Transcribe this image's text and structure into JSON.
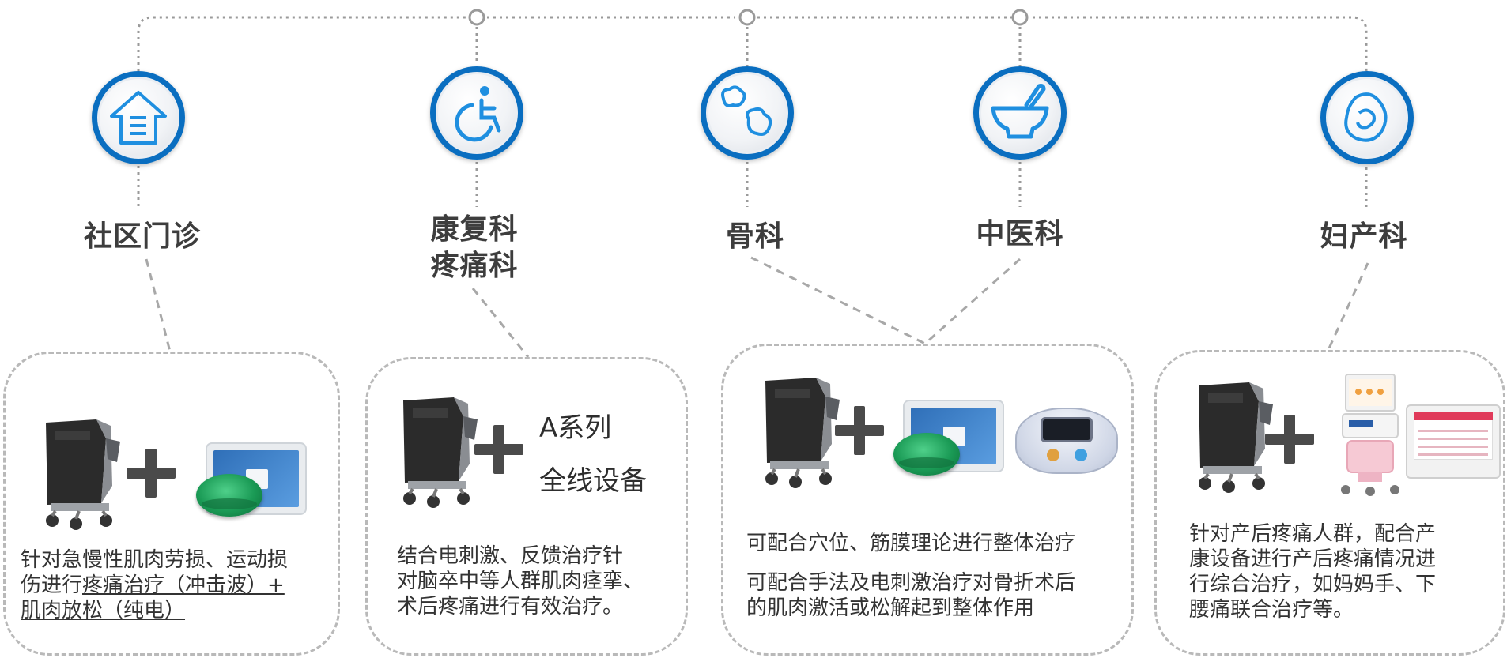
{
  "departments": [
    {
      "name": "社区门诊",
      "icon": "house-icon"
    },
    {
      "name_line1": "康复科",
      "name_line2": "疼痛科",
      "icon": "wheelchair-icon"
    },
    {
      "name": "骨科",
      "icon": "bone-icon"
    },
    {
      "name": "中医科",
      "icon": "mortar-pestle-icon"
    },
    {
      "name": "妇产科",
      "icon": "uterus-icon"
    }
  ],
  "cards": [
    {
      "desc_lines": [
        "针对急慢性肌肉劳损、运动损",
        "伤进行",
        "疼痛治疗（冲击波）+",
        "肌肉放松（纯电）"
      ]
    },
    {
      "equipment_line1": "A系列",
      "equipment_line2": "全线设备",
      "desc_lines": [
        "结合电刺激、反馈治疗针",
        "对脑卒中等人群肌肉痉挛、",
        "术后疼痛进行有效治疗。"
      ]
    },
    {
      "desc_a": "可配合穴位、筋膜理论进行整体治疗",
      "desc_lines": [
        "可配合手法及电刺激治疗对骨折术后",
        "的肌肉激活或松解起到整体作用"
      ]
    },
    {
      "desc_lines": [
        "针对产后疼痛人群，配合产",
        "康设备进行产后疼痛情况进",
        "行综合治疗，如妈妈手、下",
        "腰痛联合治疗等。"
      ]
    }
  ],
  "colors": {
    "accent": "#0a6ec0",
    "dash": "#9a9a9a",
    "card_border": "#b9b9b9",
    "icon_stroke": "#1f8fe0"
  }
}
